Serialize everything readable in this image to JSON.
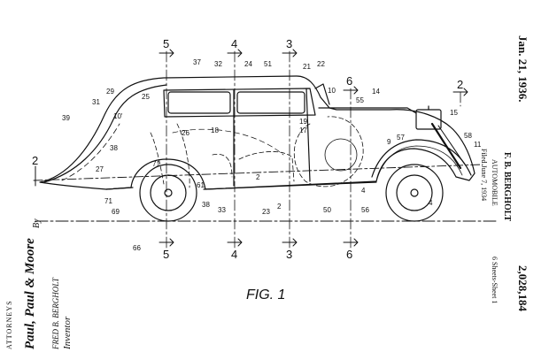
{
  "header": {
    "date": "Jan. 21, 1936.",
    "inventor_name": "F. B. BERGHOLT",
    "title": "AUTOMOBILE",
    "filed": "Filed June 7, 1934",
    "sheets": "6 Sheets-Sheet 1",
    "patent_number": "2,028,184"
  },
  "signature": {
    "inventor_label": "Inventor",
    "inventor_name": "FRED B. BERGHOLT",
    "by": "By",
    "attorney_signature": "Paul, Paul & Moore",
    "attorneys_label": "ATTORNEYS"
  },
  "figure": {
    "caption": "FIG. 1",
    "section_labels": [
      "5",
      "4",
      "3",
      "6",
      "2"
    ],
    "reference_numerals": [
      "37",
      "32",
      "24",
      "51",
      "21",
      "22",
      "10",
      "14",
      "25",
      "29",
      "31",
      "39",
      "10'",
      "38",
      "26",
      "18",
      "19",
      "17",
      "55",
      "15",
      "57",
      "58",
      "11",
      "9",
      "2",
      "27",
      "71",
      "69",
      "71",
      "33",
      "23",
      "2",
      "50",
      "56",
      "4",
      "66",
      "4",
      "38",
      "61"
    ]
  }
}
